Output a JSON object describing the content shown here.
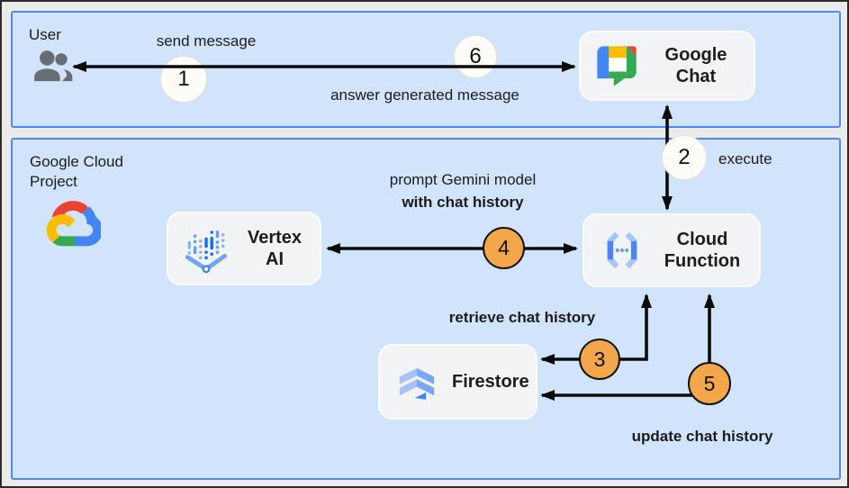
{
  "zones": {
    "user": {
      "label": "User"
    },
    "gcp": {
      "line1": "Google Cloud",
      "line2": "Project"
    }
  },
  "nodes": {
    "google_chat": {
      "line1": "Google",
      "line2": "Chat"
    },
    "vertex_ai": {
      "line1": "Vertex",
      "line2": "AI"
    },
    "cloud_function": {
      "line1": "Cloud",
      "line2": "Function"
    },
    "firestore": {
      "label": "Firestore"
    }
  },
  "steps": {
    "s1": {
      "num": "1",
      "label": "send message"
    },
    "s2": {
      "num": "2",
      "label": "execute"
    },
    "s3": {
      "num": "3",
      "label": "retrieve chat history"
    },
    "s4": {
      "num": "4",
      "label_line1": "prompt Gemini model",
      "label_line2": "with chat history"
    },
    "s5": {
      "num": "5",
      "label": "update chat history"
    },
    "s6": {
      "num": "6",
      "label": "answer generated message"
    }
  },
  "icons": {
    "user_zone": "users-icon",
    "gcp_zone": "google-cloud-logo",
    "google_chat": "google-chat-icon",
    "vertex_ai": "vertex-ai-icon",
    "cloud_function": "cloud-functions-icon",
    "firestore": "firestore-icon"
  },
  "colors": {
    "zone_fill": "#d2e3fc",
    "zone_border": "#4b8bf4",
    "node_fill": "#f1f3f4",
    "step_orange": "#f4a64a",
    "step_neutral": "#fdfcf8",
    "arrow": "#0b0b0b",
    "canvas_bg": "#ebebeb",
    "google_blue": "#4285f4",
    "google_red": "#ea4335",
    "google_yellow": "#fbbc04",
    "google_green": "#34a853"
  }
}
